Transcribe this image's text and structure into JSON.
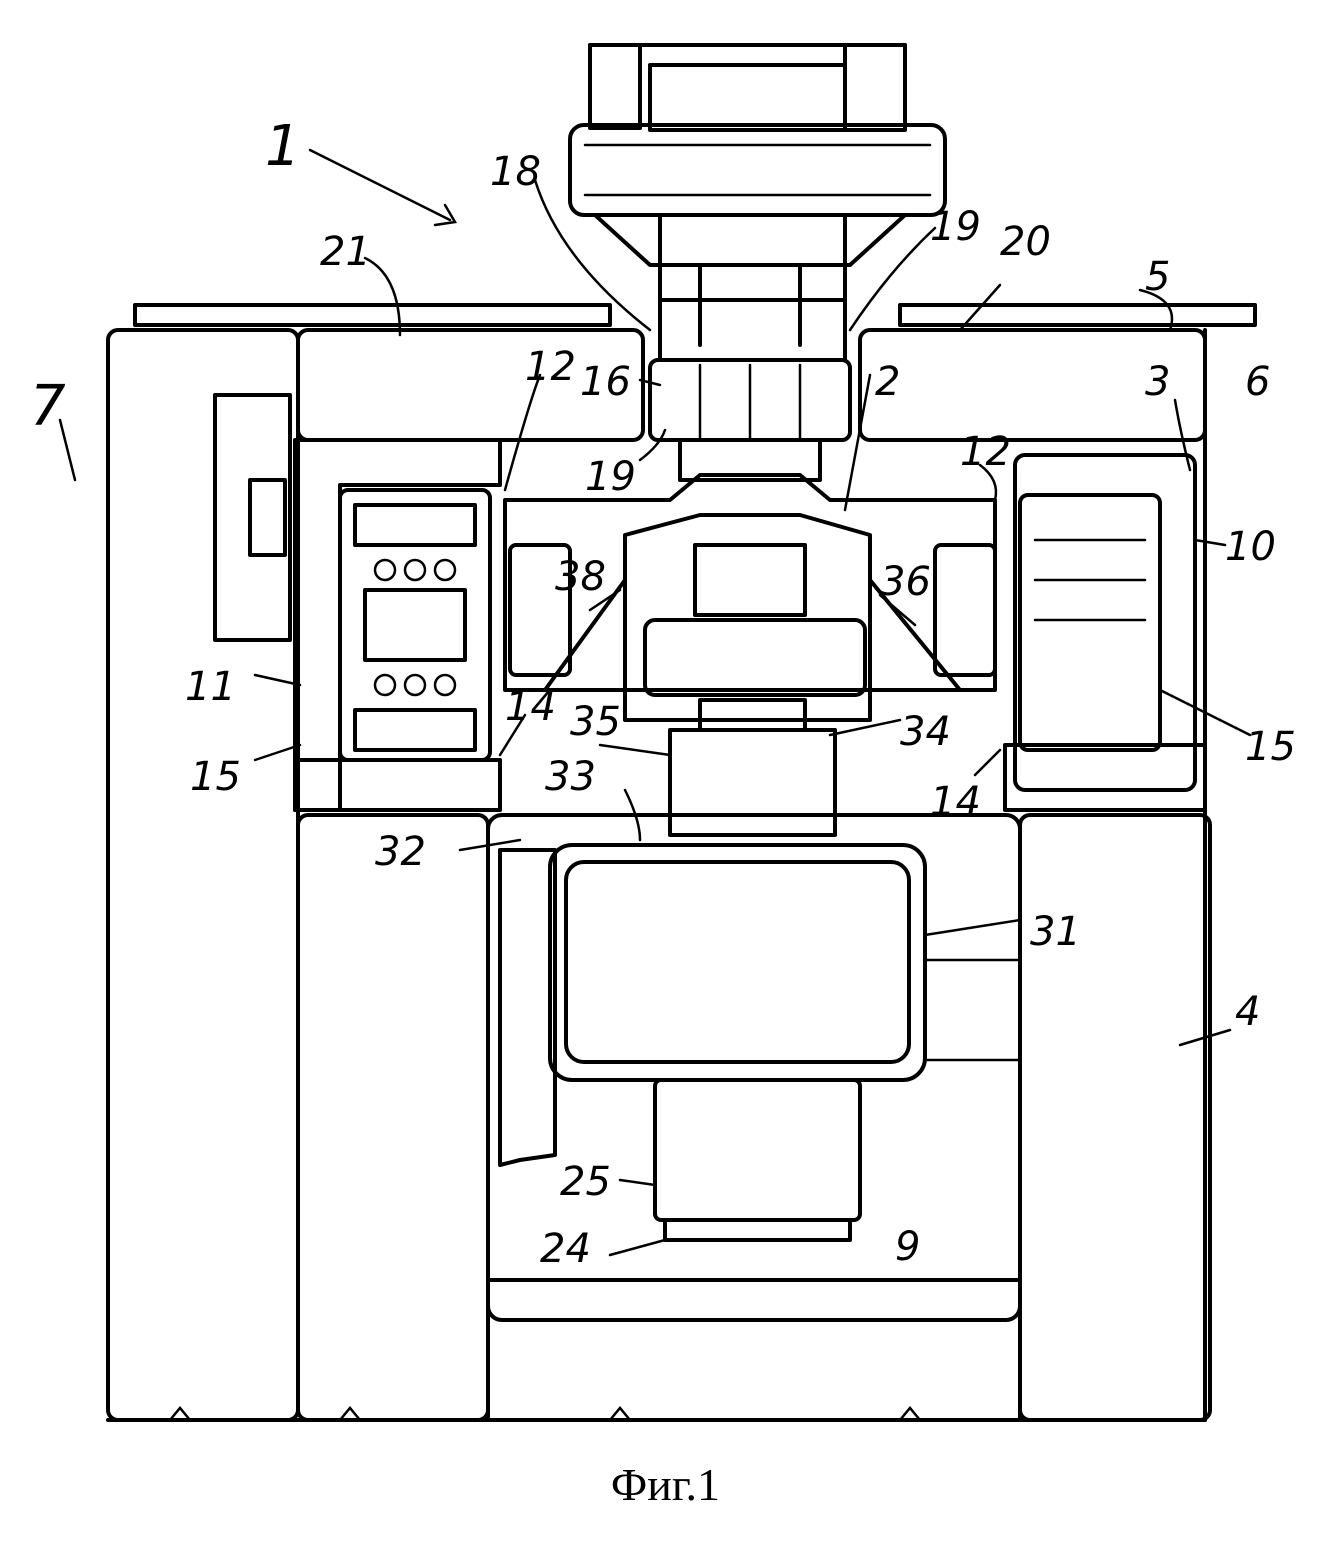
{
  "caption": "Фиг.1",
  "labels": {
    "l1": "1",
    "l2": "2",
    "l3": "3",
    "l4": "4",
    "l5": "5",
    "l6": "6",
    "l7": "7",
    "l9": "9",
    "l10": "10",
    "l11": "11",
    "l12a": "12",
    "l12b": "12",
    "l14a": "14",
    "l14b": "14",
    "l15a": "15",
    "l15b": "15",
    "l16": "16",
    "l18": "18",
    "l19a": "19",
    "l19b": "19",
    "l20": "20",
    "l21": "21",
    "l24": "24",
    "l25": "25",
    "l31": "31",
    "l32": "32",
    "l33": "33",
    "l34": "34",
    "l35": "35",
    "l36": "36",
    "l38": "38"
  }
}
